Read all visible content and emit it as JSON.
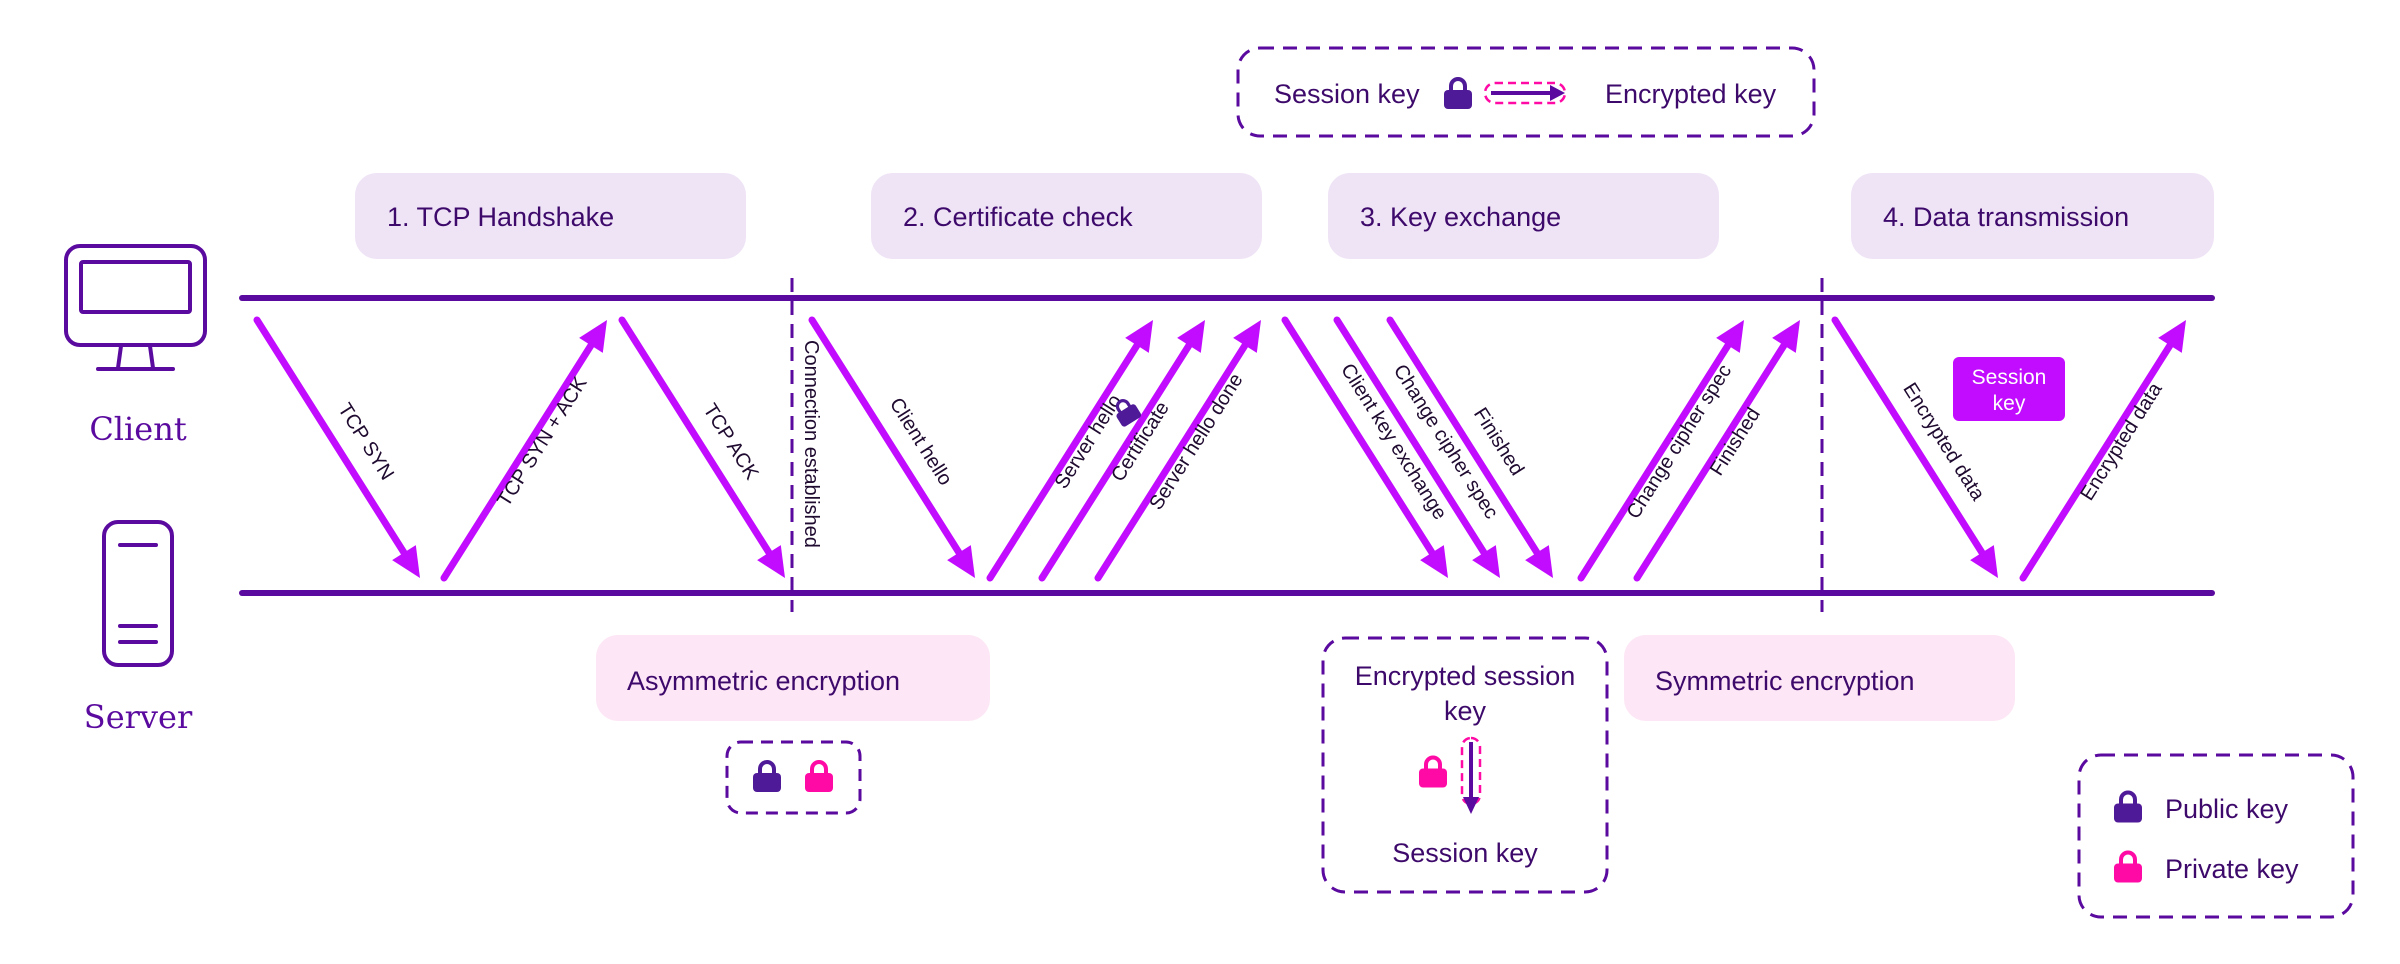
{
  "colors": {
    "dark_purple": "#5a0a9e",
    "text_purple": "#3d0a6b",
    "arrow_magenta": "#c10cff",
    "phase_bg": "#efe3f6",
    "encryption_bg": "#fde6f5",
    "public_key": "#4f1a98",
    "private_key": "#ff0aa5",
    "session_badge": "#c10cff"
  },
  "endpoints": {
    "client": {
      "label": "Client",
      "icon": "monitor-icon"
    },
    "server": {
      "label": "Server",
      "icon": "server-icon"
    }
  },
  "top_legend": {
    "left_label": "Session key",
    "right_label": "Encrypted key",
    "icons": [
      "public-lock-icon",
      "encrypt-arrow-icon"
    ]
  },
  "phases": [
    {
      "label": "1. TCP Handshake"
    },
    {
      "label": "2. Certificate check"
    },
    {
      "label": "3. Key exchange"
    },
    {
      "label": "4. Data transmission"
    }
  ],
  "dividers": [
    {
      "label": "Connection established"
    },
    {
      "label": ""
    }
  ],
  "messages": [
    {
      "label": "TCP SYN",
      "direction": "client-to-server"
    },
    {
      "label": "TCP SYN + ACK",
      "direction": "server-to-client"
    },
    {
      "label": "TCP ACK",
      "direction": "client-to-server"
    },
    {
      "label": "Client hello",
      "direction": "client-to-server"
    },
    {
      "label": "Server hello",
      "direction": "server-to-client"
    },
    {
      "label": "Certificate",
      "direction": "server-to-client",
      "icon": "public-lock-icon"
    },
    {
      "label": "Server hello done",
      "direction": "server-to-client"
    },
    {
      "label": "Client key exchange",
      "direction": "client-to-server"
    },
    {
      "label": "Change cipher spec",
      "direction": "client-to-server"
    },
    {
      "label": "Finished",
      "direction": "client-to-server"
    },
    {
      "label": "Change cipher spec",
      "direction": "server-to-client"
    },
    {
      "label": "Finished",
      "direction": "server-to-client"
    },
    {
      "label": "Encrypted data",
      "direction": "client-to-server"
    },
    {
      "label": "Encrypted data",
      "direction": "server-to-client"
    }
  ],
  "session_badge": {
    "line1": "Session",
    "line2": "key"
  },
  "encryption_labels": {
    "asymmetric": "Asymmetric encryption",
    "symmetric": "Symmetric encryption"
  },
  "session_key_box": {
    "top_line1": "Encrypted session",
    "top_line2": "key",
    "bottom": "Session key"
  },
  "key_legend": [
    {
      "label": "Public key",
      "icon": "public-lock-icon"
    },
    {
      "label": "Private key",
      "icon": "private-lock-icon"
    }
  ]
}
